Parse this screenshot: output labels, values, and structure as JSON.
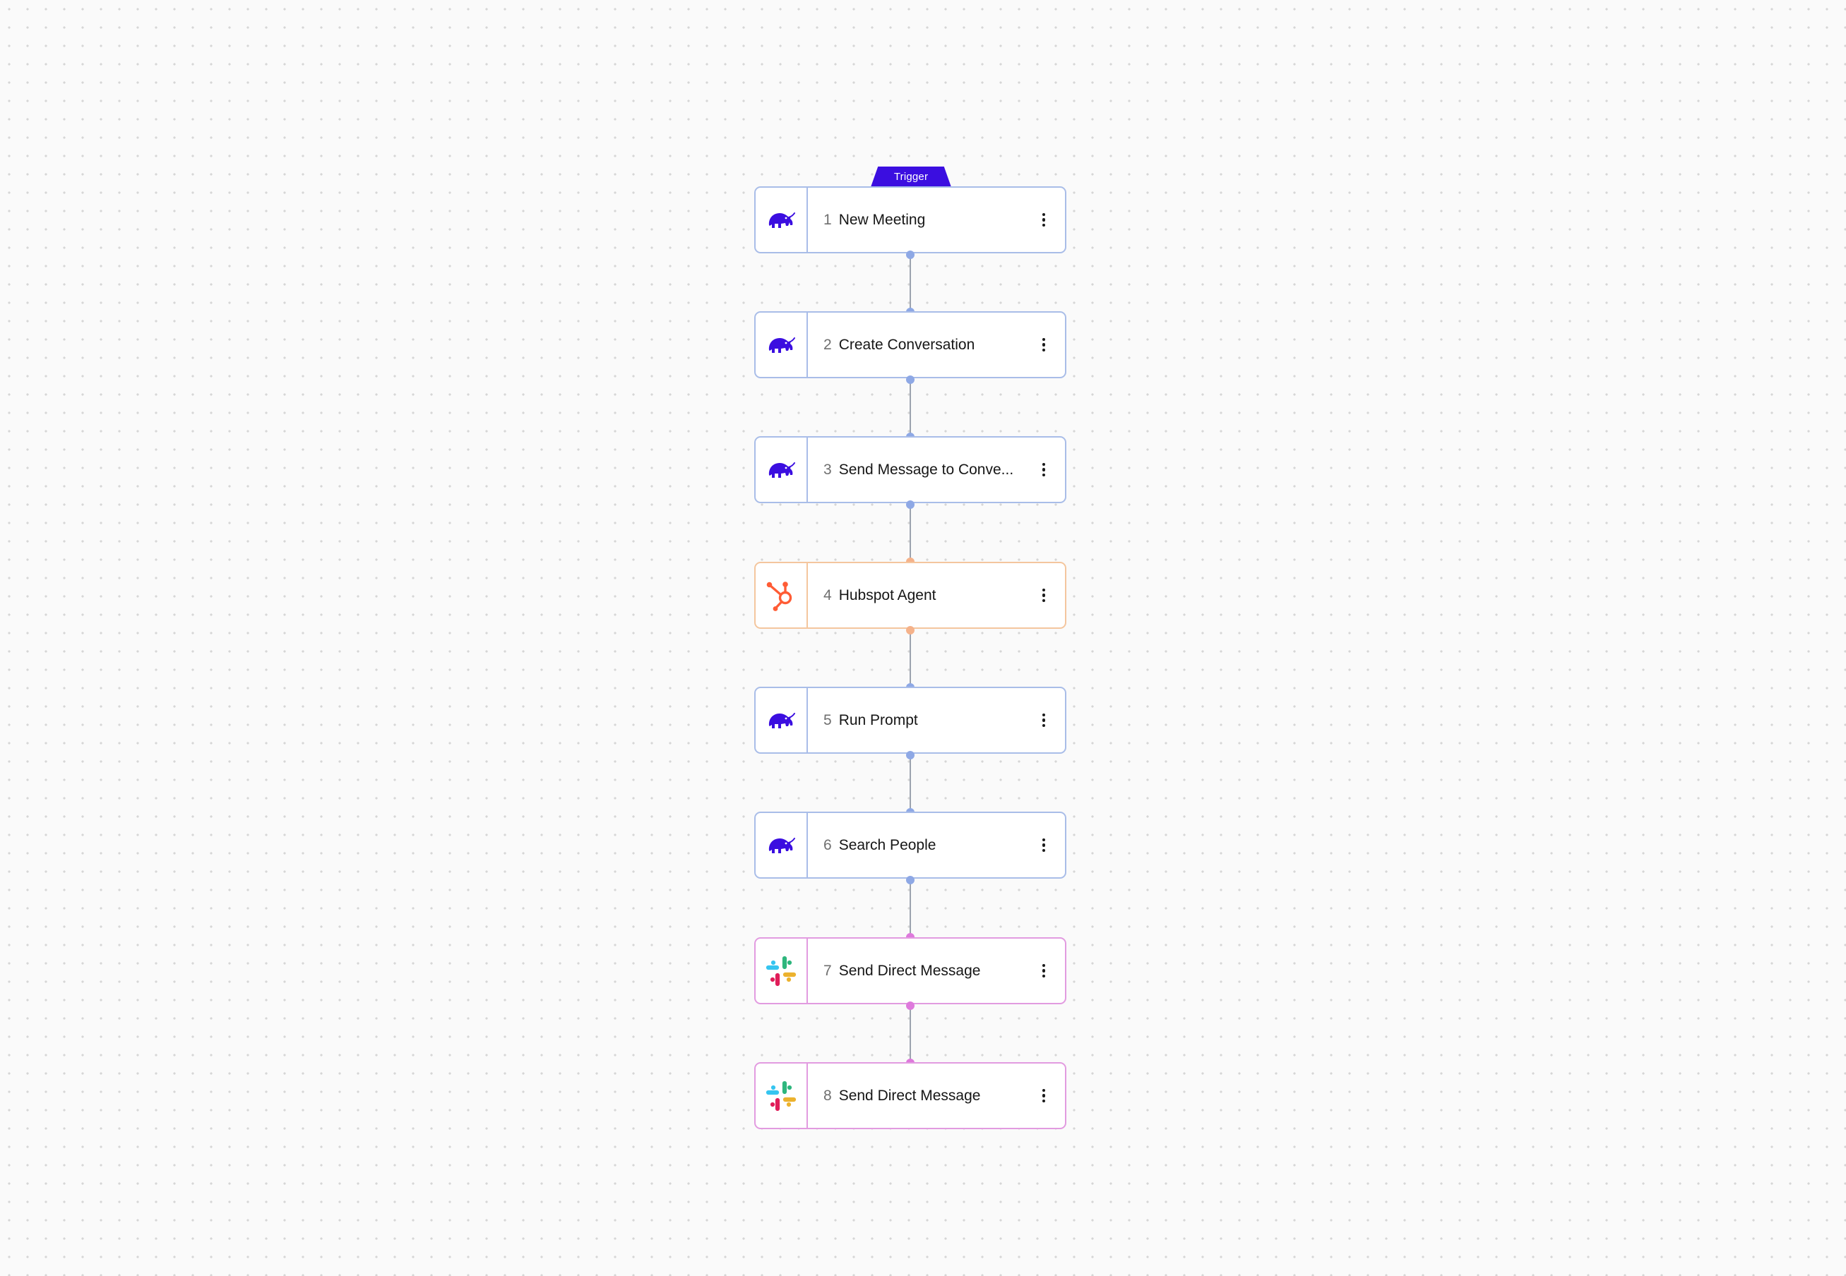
{
  "workflow": {
    "trigger_label": "Trigger",
    "steps": [
      {
        "number": "1",
        "label": "New Meeting",
        "app": "elephant-icon"
      },
      {
        "number": "2",
        "label": "Create Conversation",
        "app": "elephant-icon"
      },
      {
        "number": "3",
        "label": "Send Message to Conve...",
        "app": "elephant-icon"
      },
      {
        "number": "4",
        "label": "Hubspot Agent",
        "app": "hubspot-icon"
      },
      {
        "number": "5",
        "label": "Run Prompt",
        "app": "elephant-icon"
      },
      {
        "number": "6",
        "label": "Search People",
        "app": "elephant-icon"
      },
      {
        "number": "7",
        "label": "Send Direct Message",
        "app": "slack-icon"
      },
      {
        "number": "8",
        "label": "Send Direct Message",
        "app": "slack-icon"
      }
    ]
  },
  "colors": {
    "trigger": "#3b0ee0",
    "elephant": "#3b0ee0",
    "hubspot": "#ff5c35",
    "node_border_default": "#a9bde8",
    "node_border_hubspot": "#f4c69e",
    "node_border_slack": "#e29be0",
    "connector": "#9ca3af"
  }
}
